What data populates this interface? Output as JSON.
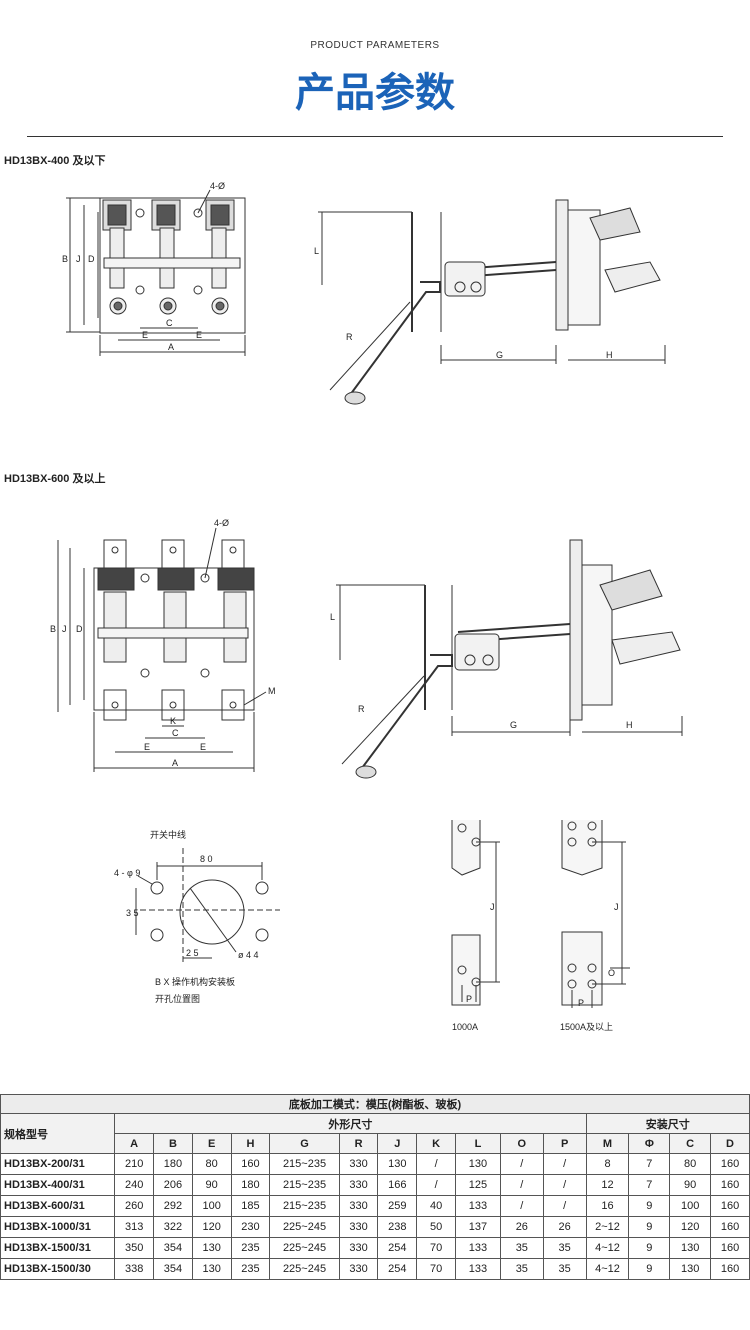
{
  "header": {
    "subtitle": "PRODUCT PARAMETERS",
    "title": "产品参数"
  },
  "section1": {
    "label": "HD13BX-400 及以下",
    "hole_label": "4-Ø",
    "dims": {
      "B": "B",
      "J": "J",
      "D": "D",
      "C": "C",
      "E": "E",
      "A": "A",
      "L": "L",
      "R": "R",
      "G": "G",
      "H": "H"
    }
  },
  "section2": {
    "label": "HD13BX-600 及以上",
    "hole_label": "4-Ø",
    "dims": {
      "B": "B",
      "J": "J",
      "D": "D",
      "K": "K",
      "C": "C",
      "E": "E",
      "A": "A",
      "M": "M",
      "L": "L",
      "R": "R",
      "G": "G",
      "H": "H"
    }
  },
  "mounting": {
    "center_label": "开关中线",
    "dim_80": "8 0",
    "holes_label": "4 - φ 9",
    "dim_35": "3 5",
    "dim_25": "2 5",
    "dim_44": "ø 4 4",
    "caption1": "B X 操作机构安装板",
    "caption2": "开孔位置图"
  },
  "terminals": {
    "j": "J",
    "p": "P",
    "o": "O",
    "label_1000": "1000A",
    "label_1500": "1500A及以上"
  },
  "table": {
    "process_title": "底板加工模式：模压(树酯板、玻板)",
    "model_header": "规格型号",
    "outer_header": "外形尺寸",
    "install_header": "安装尺寸",
    "columns": [
      "A",
      "B",
      "E",
      "H",
      "G",
      "R",
      "J",
      "K",
      "L",
      "O",
      "P",
      "M",
      "Φ",
      "C",
      "D"
    ],
    "rows": [
      [
        "HD13BX-200/31",
        "210",
        "180",
        "80",
        "160",
        "215~235",
        "330",
        "130",
        "/",
        "130",
        "/",
        "/",
        "8",
        "7",
        "80",
        "160"
      ],
      [
        "HD13BX-400/31",
        "240",
        "206",
        "90",
        "180",
        "215~235",
        "330",
        "166",
        "/",
        "125",
        "/",
        "/",
        "12",
        "7",
        "90",
        "160"
      ],
      [
        "HD13BX-600/31",
        "260",
        "292",
        "100",
        "185",
        "215~235",
        "330",
        "259",
        "40",
        "133",
        "/",
        "/",
        "16",
        "9",
        "100",
        "160"
      ],
      [
        "HD13BX-1000/31",
        "313",
        "322",
        "120",
        "230",
        "225~245",
        "330",
        "238",
        "50",
        "137",
        "26",
        "26",
        "2~12",
        "9",
        "120",
        "160"
      ],
      [
        "HD13BX-1500/31",
        "350",
        "354",
        "130",
        "235",
        "225~245",
        "330",
        "254",
        "70",
        "133",
        "35",
        "35",
        "4~12",
        "9",
        "130",
        "160"
      ],
      [
        "HD13BX-1500/30",
        "338",
        "354",
        "130",
        "235",
        "225~245",
        "330",
        "254",
        "70",
        "133",
        "35",
        "35",
        "4~12",
        "9",
        "130",
        "160"
      ]
    ]
  }
}
